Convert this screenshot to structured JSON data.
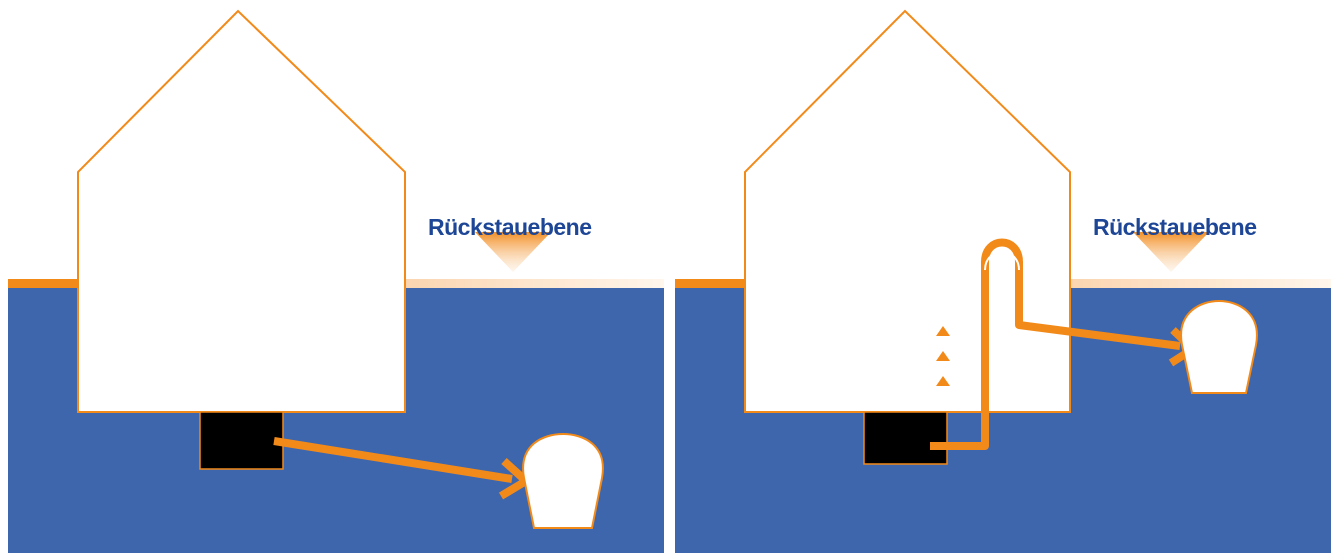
{
  "panels": [
    {
      "id": "without-pump",
      "backflow_level_label": "Rückstauebene"
    },
    {
      "id": "with-lifting-station",
      "backflow_level_label": "Rückstauebene"
    }
  ],
  "colors": {
    "ground": "#3d66ad",
    "accent": "#f28a1a",
    "label": "#1e4696",
    "house_fill": "#ffffff",
    "drain_box": "#000000",
    "level_line_light": "#fbdcbd"
  },
  "icons": {
    "backflow_marker": "triangle-down-gradient",
    "flow_direction": "arrow",
    "pressure_indicator": "triangle-up",
    "sewer": "manhole-shape"
  }
}
